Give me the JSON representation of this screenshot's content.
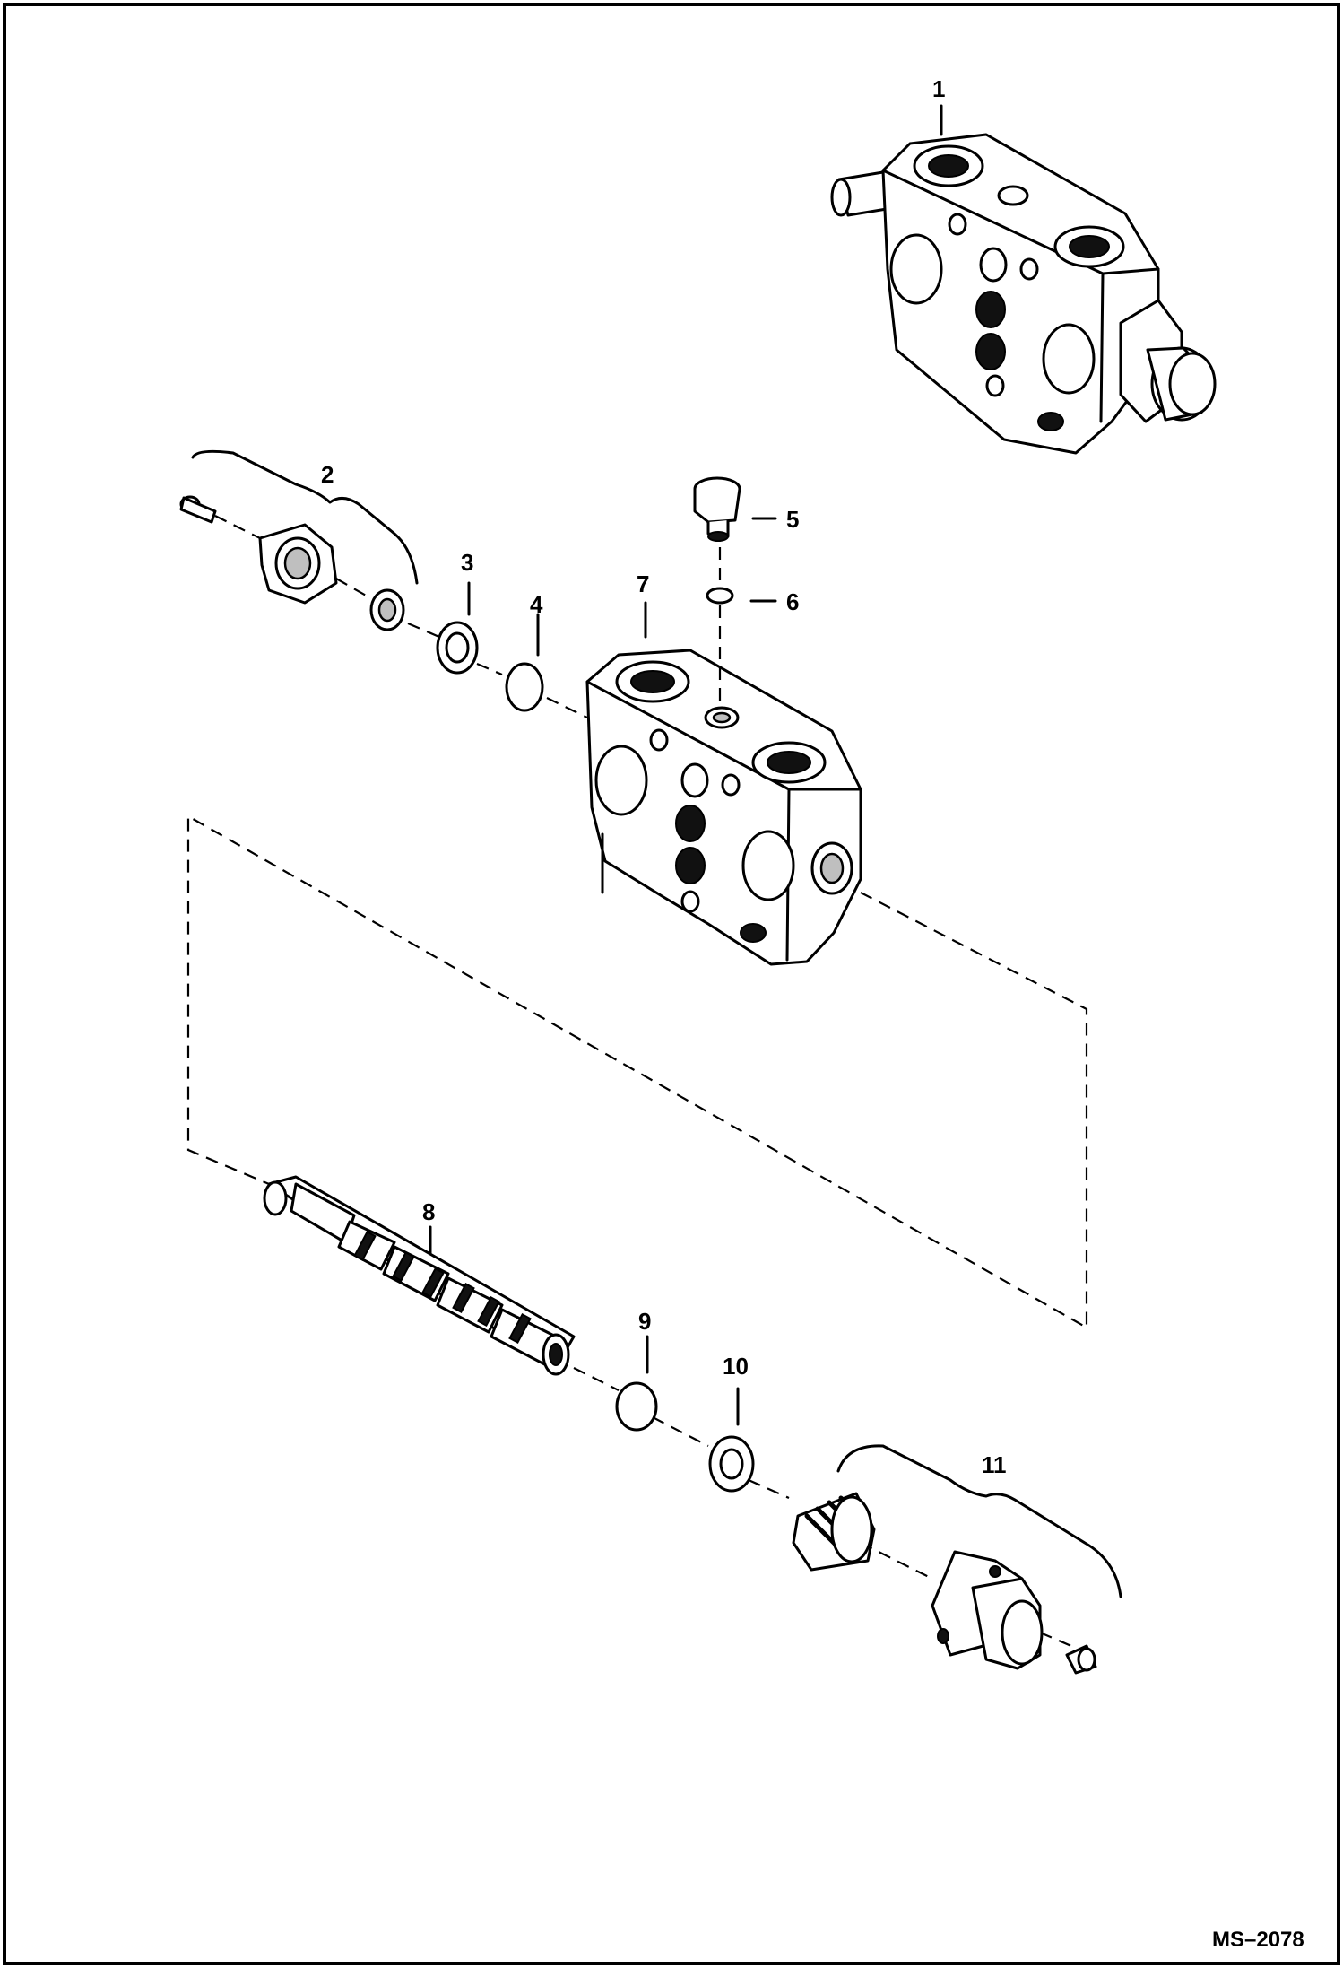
{
  "diagram": {
    "callouts": [
      "1",
      "2",
      "3",
      "4",
      "5",
      "6",
      "7",
      "8",
      "9",
      "10",
      "11"
    ],
    "drawing_code": "MS–2078"
  },
  "colors": {
    "ink": "#000000",
    "paper": "#ffffff",
    "shade": "#bfbfbf"
  }
}
